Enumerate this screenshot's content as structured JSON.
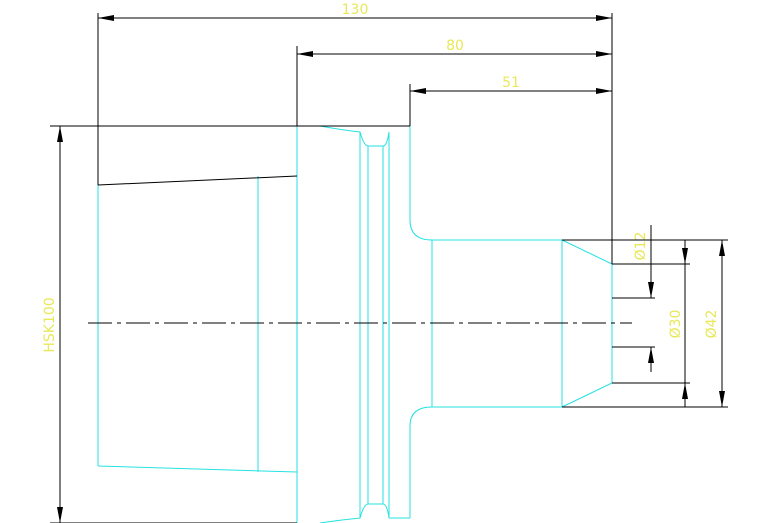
{
  "drawing": {
    "dimensions": {
      "overall_length": "130",
      "flange_length": "80",
      "shank_length": "51",
      "taper_size": "HSK100",
      "bore_diameter": "Ø12",
      "pilot_diameter": "Ø30",
      "shank_diameter": "Ø42"
    },
    "colors": {
      "background": "#ffffff",
      "outline": "#27e1e1",
      "dimension_lines": "#000000",
      "dimension_text": "#e8e85a"
    }
  }
}
